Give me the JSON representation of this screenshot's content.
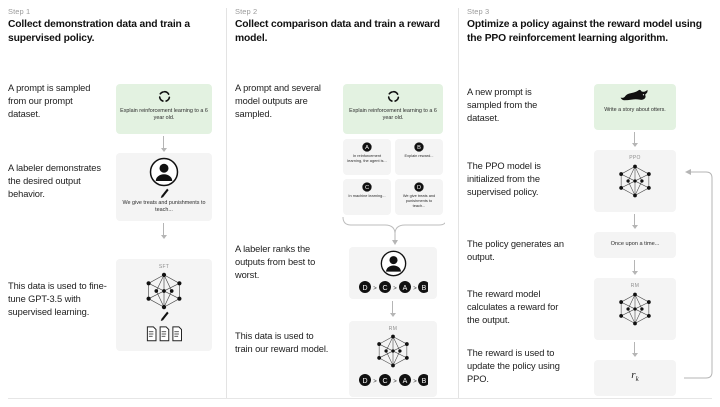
{
  "diagram": {
    "title": "RLHF three-step training diagram",
    "background": "#ffffff",
    "accent_green": "#e3f2e1",
    "panel_gray": "#f4f4f4"
  },
  "columns": [
    {
      "kicker": "Step 1",
      "title": "Collect demonstration data and train a supervised policy.",
      "captions": [
        "A prompt is sampled from our prompt dataset.",
        "A labeler demonstrates the desired output behavior.",
        "This data is used to fine-tune GPT-3.5 with supervised learning."
      ],
      "boxes": [
        {
          "kind": "prompt",
          "icon": "recycle-icon",
          "text": "Explain reinforcement learning to a 6 year old."
        },
        {
          "kind": "labeler",
          "icon": "person-icon",
          "text": "We give treats and punishments to teach..."
        },
        {
          "kind": "model",
          "label": "SFT",
          "icon": "neural-network-icon"
        }
      ]
    },
    {
      "kicker": "Step 2",
      "title": "Collect comparison data and train a reward model.",
      "captions": [
        "A prompt and several model outputs are sampled.",
        "A labeler ranks the outputs from best to worst.",
        "This data is used to train our reward model."
      ],
      "boxes": [
        {
          "kind": "prompt",
          "icon": "recycle-icon",
          "text": "Explain reinforcement learning to a 6 year old."
        },
        {
          "kind": "model",
          "label": "RM",
          "icon": "neural-network-icon"
        }
      ],
      "outputs": [
        {
          "letter": "A",
          "text": "In reinforcement learning, the agent is..."
        },
        {
          "letter": "B",
          "text": "Explain reward..."
        },
        {
          "letter": "C",
          "text": "In machine learning..."
        },
        {
          "letter": "D",
          "text": "We give treats and punishments to teach..."
        }
      ],
      "ranking": [
        "D",
        "C",
        "A",
        "B"
      ],
      "ranking_separator": ">"
    },
    {
      "kicker": "Step 3",
      "title": "Optimize a policy against the reward model using the PPO reinforcement learning algorithm.",
      "captions": [
        "A new prompt is sampled from the dataset.",
        "The PPO model is initialized from the supervised policy.",
        "The policy generates an output.",
        "The reward model calculates a reward for the output.",
        "The reward is used to update the policy using PPO."
      ],
      "boxes": [
        {
          "kind": "prompt",
          "icon": "otter-icon",
          "text": "Write a story about otters."
        },
        {
          "kind": "model",
          "label": "PPO",
          "icon": "neural-network-icon"
        },
        {
          "kind": "output",
          "text": "Once upon a time..."
        },
        {
          "kind": "model",
          "label": "RM",
          "icon": "neural-network-icon"
        },
        {
          "kind": "reward",
          "symbol": "r",
          "subscript": "k"
        }
      ]
    }
  ]
}
